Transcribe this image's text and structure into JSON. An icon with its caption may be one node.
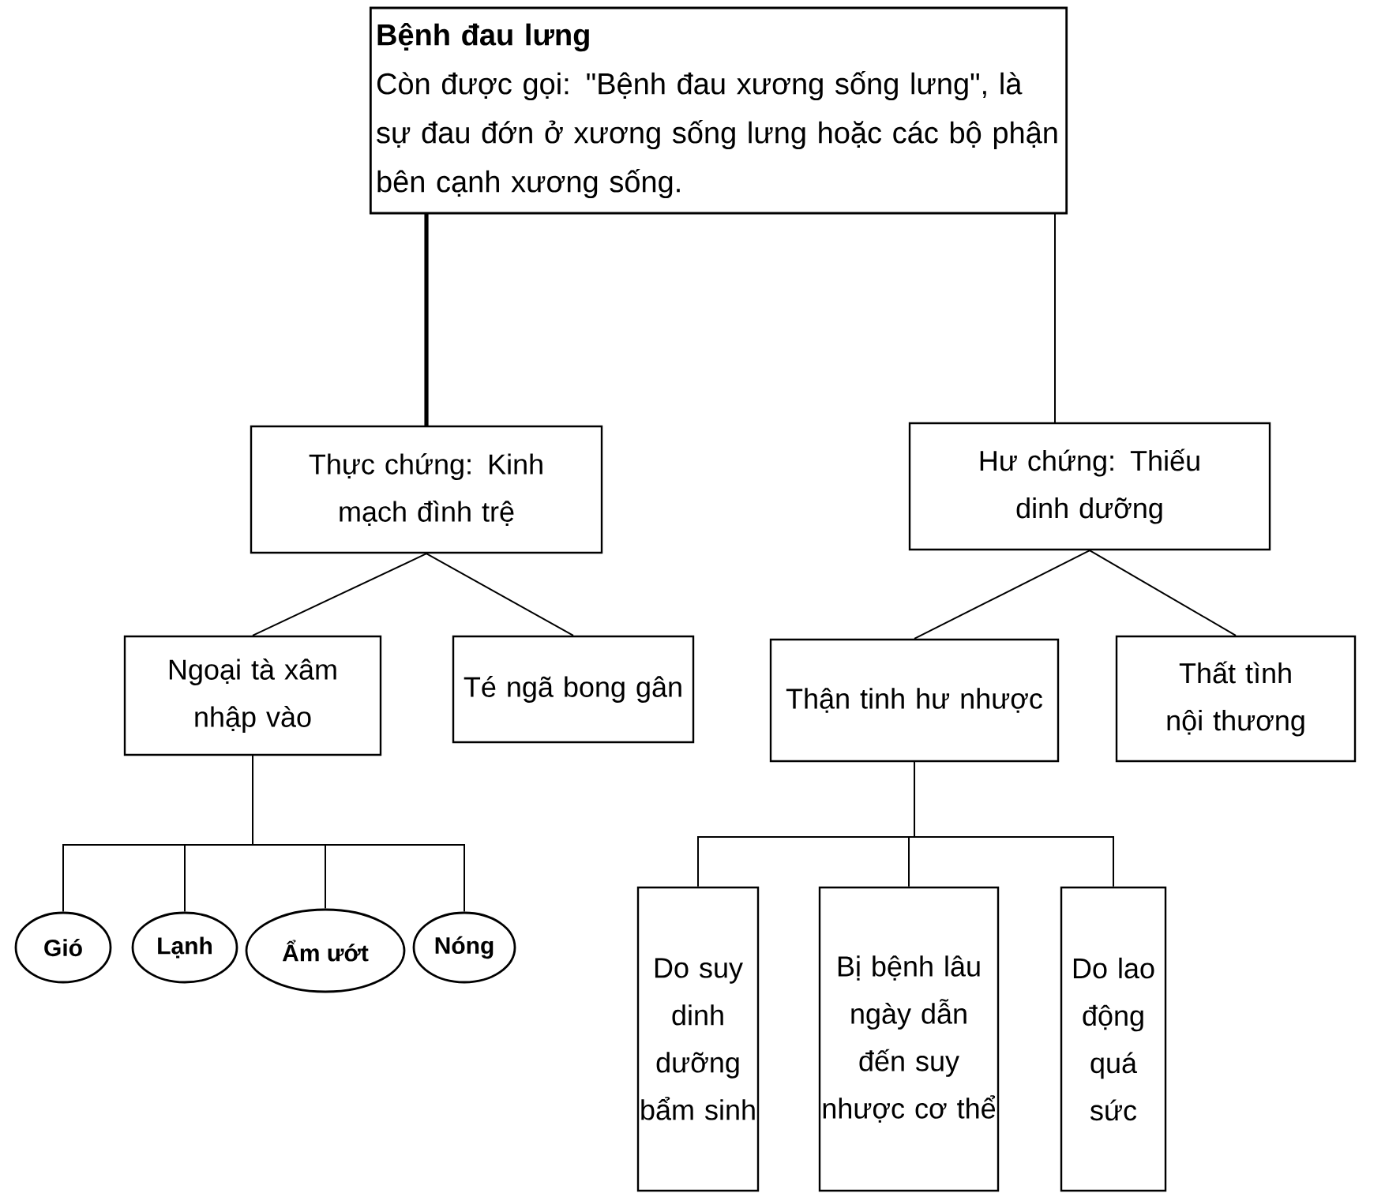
{
  "diagram": {
    "nodes": [
      {
        "text": [
          "Bệnh đau lưng",
          "Còn được gọi: \"Bệnh đau xương sống lưng\", là sự đau đớn ở xương sống lưng hoặc các bộ phận bên cạnh xương sống."
        ]
      },
      {
        "text": [
          "Thực chứng: Kinh mạch đình trệ"
        ]
      },
      {
        "text": [
          "Hư chứng: Thiếu dinh dưỡng"
        ]
      },
      {
        "text": [
          "Ngoại tà xâm nhập vào"
        ]
      },
      {
        "text": [
          "Té ngã bong gân"
        ]
      },
      {
        "text": [
          "Thận tinh hư nhược"
        ]
      },
      {
        "text": [
          "Thất tình nội thương"
        ]
      },
      {
        "text": [
          "Gió"
        ]
      },
      {
        "text": [
          "Lạnh"
        ]
      },
      {
        "text": [
          "Ẩm ướt"
        ]
      },
      {
        "text": [
          "Nóng"
        ]
      },
      {
        "text": [
          "Do suy dinh dưỡng bẩm sinh"
        ]
      },
      {
        "text": [
          "Bị bệnh lâu ngày dẫn đến suy nhược cơ thể"
        ]
      },
      {
        "text": [
          "Do lao động quá sức"
        ]
      }
    ],
    "edges": [
      {
        "from": 0,
        "to": 1,
        "arrow": "none",
        "style": "thick"
      },
      {
        "from": 0,
        "to": 2,
        "arrow": "none"
      },
      {
        "from": 1,
        "to": 3,
        "arrow": "none"
      },
      {
        "from": 1,
        "to": 4,
        "arrow": "none"
      },
      {
        "from": 2,
        "to": 5,
        "arrow": "none"
      },
      {
        "from": 2,
        "to": 6,
        "arrow": "none"
      },
      {
        "from": 3,
        "to": 7,
        "arrow": "none"
      },
      {
        "from": 3,
        "to": 8,
        "arrow": "none"
      },
      {
        "from": 3,
        "to": 9,
        "arrow": "none"
      },
      {
        "from": 3,
        "to": 10,
        "arrow": "none"
      },
      {
        "from": 5,
        "to": 11,
        "arrow": "none"
      },
      {
        "from": 5,
        "to": 12,
        "arrow": "none"
      },
      {
        "from": 5,
        "to": 13,
        "arrow": "none"
      }
    ]
  }
}
